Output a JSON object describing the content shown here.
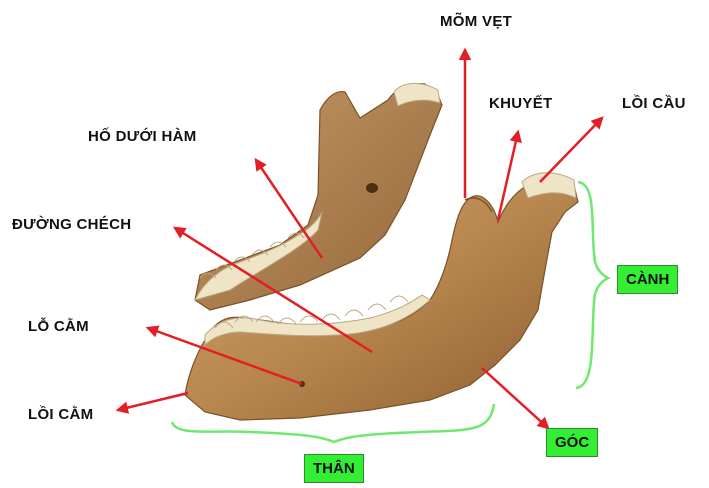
{
  "labels": {
    "mom_vet": "MÕM VẸT",
    "khuyet": "KHUYẾT",
    "loi_cau": "LỒI CẦU",
    "ho_duoi_ham": "HỐ DƯỚI HÀM",
    "duong_chech": "ĐƯỜNG CHÉCH",
    "lo_cam": "LỖ CẰM",
    "loi_cam": "LỒI CẰM"
  },
  "region_tags": {
    "canh": "CÀNH",
    "goc": "GÓC",
    "than": "THÂN"
  },
  "colors": {
    "arrow": "#e31e24",
    "bracket": "#6fe86f",
    "tag_fill": "#33ee33",
    "bone": "#b8874f",
    "bone_dark": "#7a5227",
    "tooth": "#efe4c6"
  }
}
